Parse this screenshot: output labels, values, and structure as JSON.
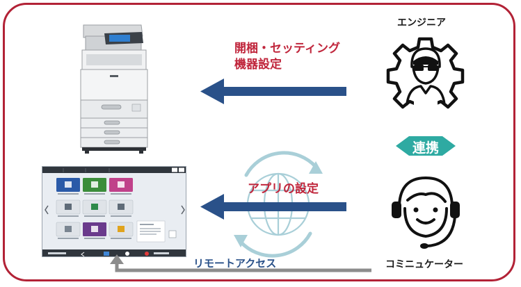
{
  "labels": {
    "unpack_setting_line1": "開梱・セッティング",
    "unpack_setting_line2": "機器設定",
    "engineer": "エンジニア",
    "renkei": "連携",
    "app_setting": "アプリの設定",
    "communicator": "コミニュケーター",
    "remote_access": "リモートアクセス"
  },
  "colors": {
    "frame": "#b22236",
    "arrow_blue": "#2a5189",
    "arrow_gray": "#8c8c8c",
    "renkei_teal": "#2eaaa2",
    "label_red": "#c0263c",
    "globe_light": "#a9cfd8"
  },
  "icons": {
    "engineer": "engineer-gear-icon",
    "communicator": "headset-person-icon",
    "cloud_sync": "globe-sync-icon",
    "device": "multifunction-printer",
    "panel": "control-panel-screen"
  }
}
